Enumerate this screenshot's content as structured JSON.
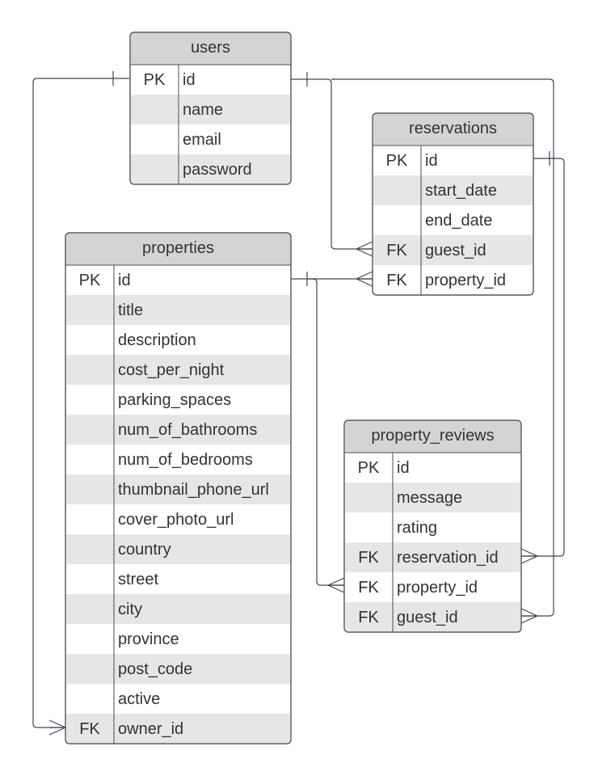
{
  "entities": {
    "users": {
      "name": "users",
      "rows": [
        {
          "key": "PK",
          "field": "id"
        },
        {
          "key": "",
          "field": "name"
        },
        {
          "key": "",
          "field": "email"
        },
        {
          "key": "",
          "field": "password"
        }
      ]
    },
    "reservations": {
      "name": "reservations",
      "rows": [
        {
          "key": "PK",
          "field": "id"
        },
        {
          "key": "",
          "field": "start_date"
        },
        {
          "key": "",
          "field": "end_date"
        },
        {
          "key": "FK",
          "field": "guest_id"
        },
        {
          "key": "FK",
          "field": "property_id"
        }
      ]
    },
    "properties": {
      "name": "properties",
      "rows": [
        {
          "key": "PK",
          "field": "id"
        },
        {
          "key": "",
          "field": "title"
        },
        {
          "key": "",
          "field": "description"
        },
        {
          "key": "",
          "field": "cost_per_night"
        },
        {
          "key": "",
          "field": "parking_spaces"
        },
        {
          "key": "",
          "field": "num_of_bathrooms"
        },
        {
          "key": "",
          "field": "num_of_bedrooms"
        },
        {
          "key": "",
          "field": "thumbnail_phone_url"
        },
        {
          "key": "",
          "field": "cover_photo_url"
        },
        {
          "key": "",
          "field": "country"
        },
        {
          "key": "",
          "field": "street"
        },
        {
          "key": "",
          "field": "city"
        },
        {
          "key": "",
          "field": "province"
        },
        {
          "key": "",
          "field": "post_code"
        },
        {
          "key": "",
          "field": "active"
        },
        {
          "key": "FK",
          "field": "owner_id"
        }
      ]
    },
    "property_reviews": {
      "name": "property_reviews",
      "rows": [
        {
          "key": "PK",
          "field": "id"
        },
        {
          "key": "",
          "field": "message"
        },
        {
          "key": "",
          "field": "rating"
        },
        {
          "key": "FK",
          "field": "reservation_id"
        },
        {
          "key": "FK",
          "field": "property_id"
        },
        {
          "key": "FK",
          "field": "guest_id"
        }
      ]
    }
  },
  "relationships": [
    {
      "from": "users.id",
      "to": "reservations.guest_id",
      "from_cardinality": "one",
      "to_cardinality": "many"
    },
    {
      "from": "users.id",
      "to": "properties.owner_id",
      "from_cardinality": "one",
      "to_cardinality": "many"
    },
    {
      "from": "users.id",
      "to": "property_reviews.guest_id",
      "from_cardinality": "one",
      "to_cardinality": "many"
    },
    {
      "from": "properties.id",
      "to": "reservations.property_id",
      "from_cardinality": "one",
      "to_cardinality": "many"
    },
    {
      "from": "properties.id",
      "to": "property_reviews.property_id",
      "from_cardinality": "one",
      "to_cardinality": "many"
    },
    {
      "from": "reservations.id",
      "to": "property_reviews.reservation_id",
      "from_cardinality": "one",
      "to_cardinality": "many"
    }
  ],
  "colors": {
    "header_fill": "#d4d4d4",
    "alt_row_fill": "#e6e6e6",
    "border": "#4a4f56",
    "line": "#3d4650",
    "text": "#333333"
  }
}
